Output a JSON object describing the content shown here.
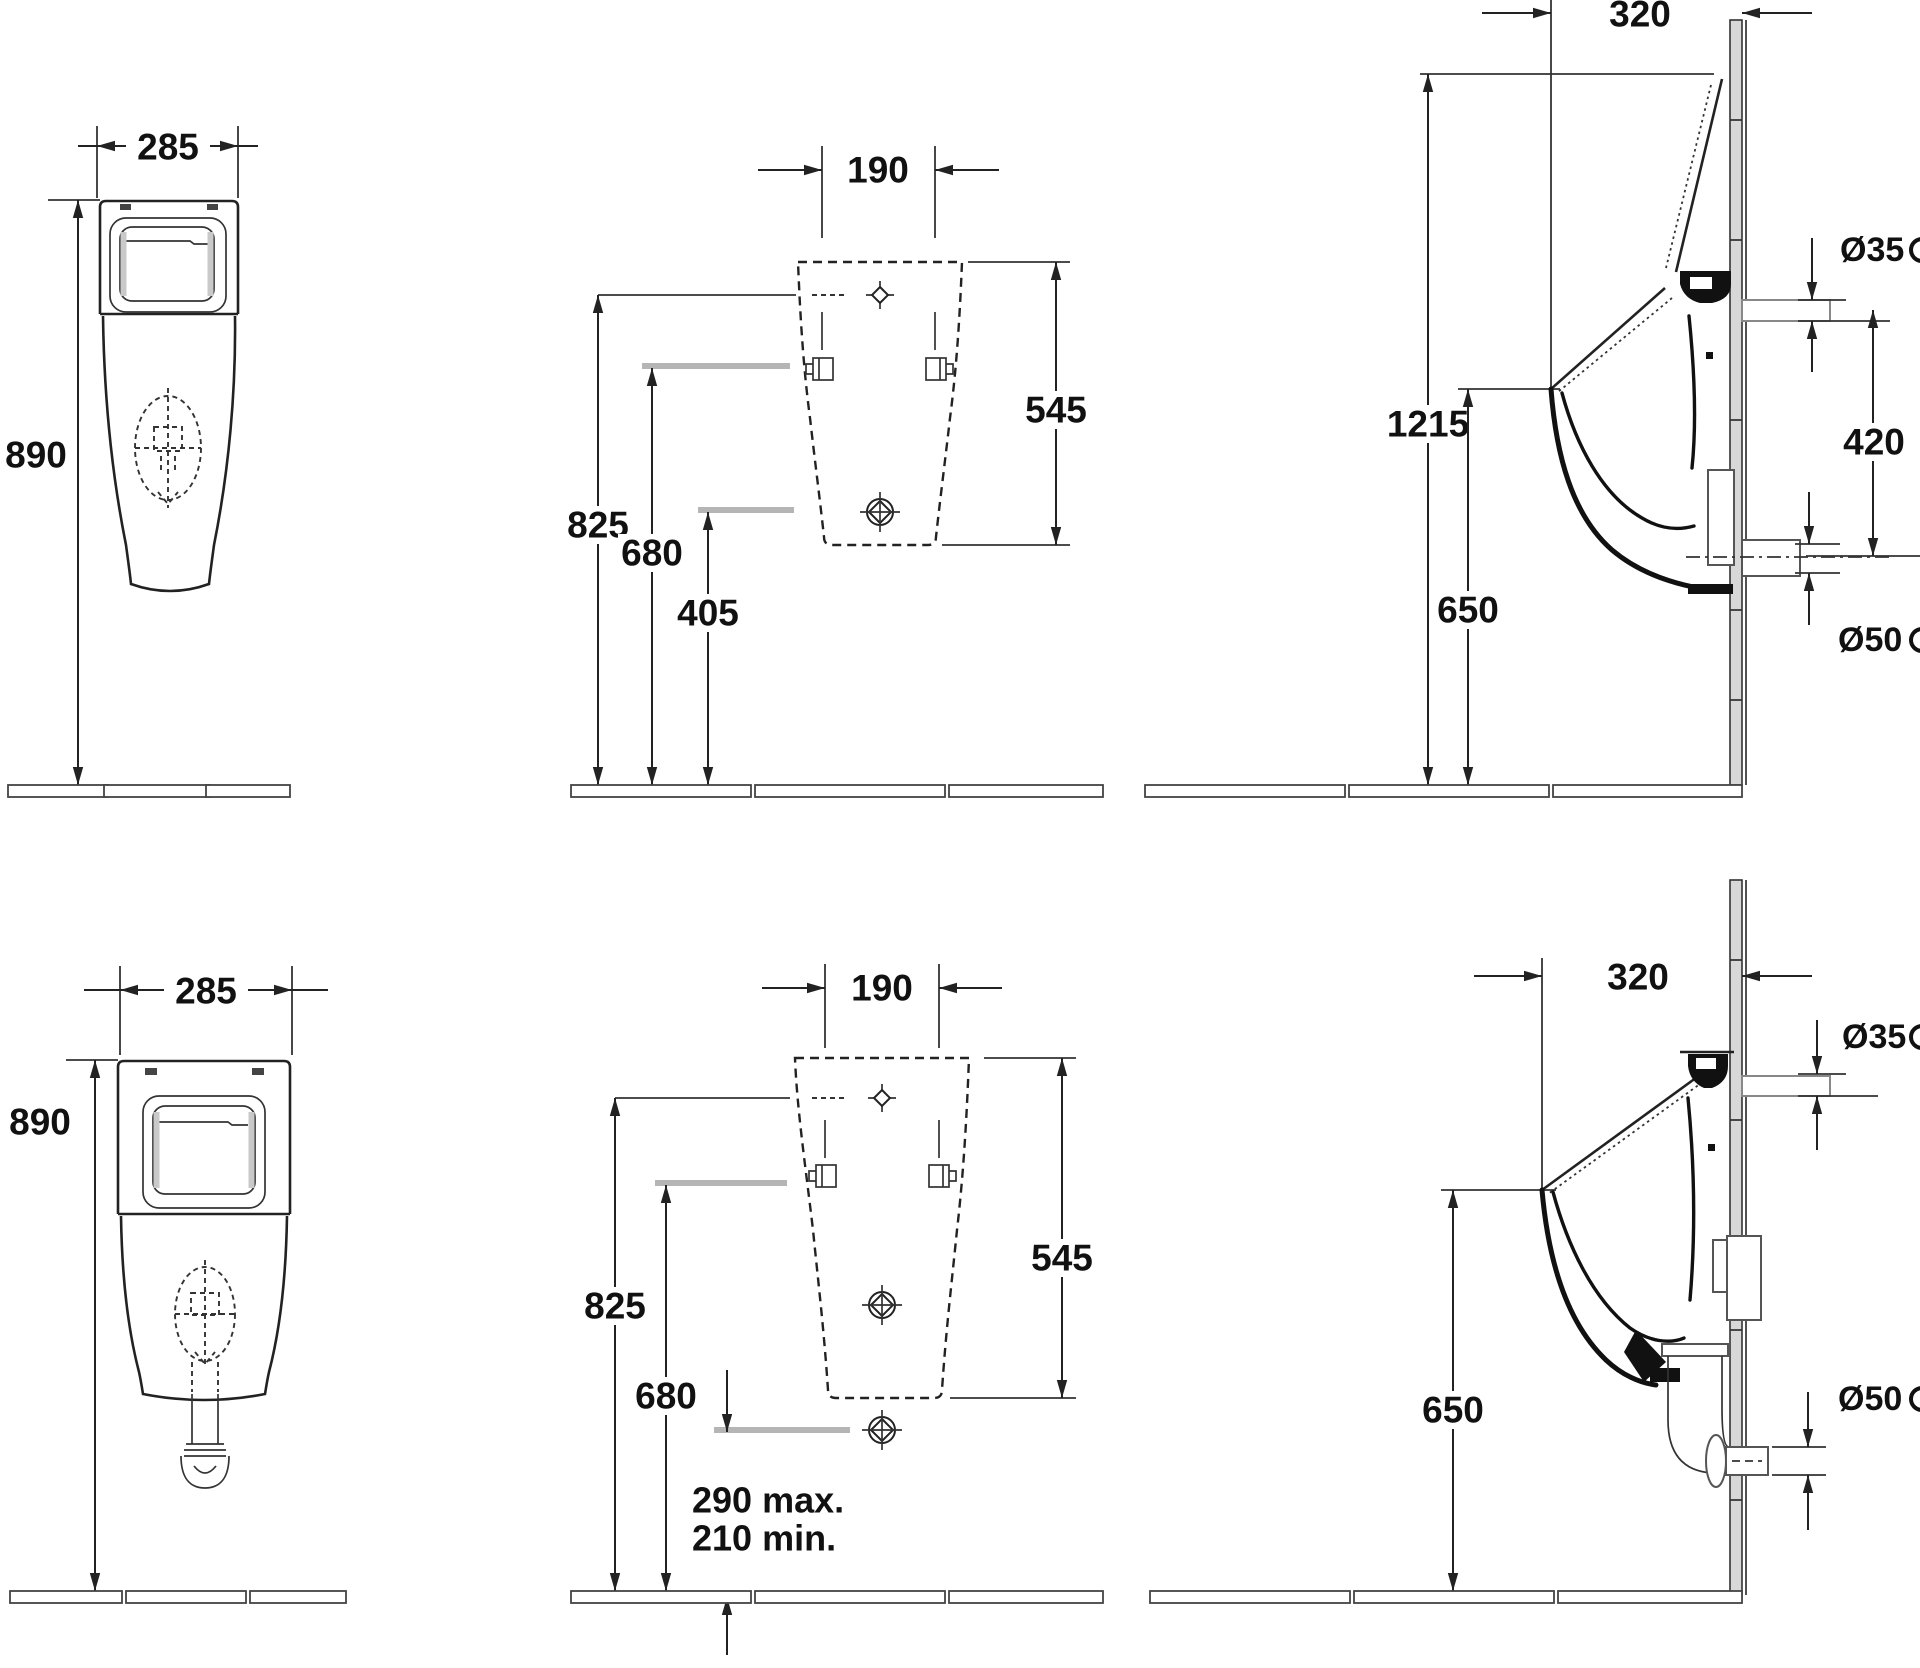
{
  "top_row": {
    "front": {
      "width": "285",
      "height": "890"
    },
    "mounting": {
      "spacing": "190",
      "field_height": "545",
      "supply_height": "825",
      "clamp_height": "680",
      "outlet_height": "405"
    },
    "side": {
      "depth": "320",
      "total_height": "1215",
      "rim_height": "650",
      "inlet_dia": "Ø35",
      "inlet_to_outlet": "420",
      "outlet_dia": "Ø50"
    }
  },
  "bottom_row": {
    "front": {
      "width": "285",
      "height": "890"
    },
    "mounting": {
      "spacing": "190",
      "field_height": "545",
      "supply_height": "825",
      "clamp_height": "680",
      "floor_outlet_max": "290 max.",
      "floor_outlet_min": "210 min."
    },
    "side": {
      "depth": "320",
      "rim_height": "650",
      "inlet_dia": "Ø35",
      "outlet_dia": "Ø50"
    }
  }
}
